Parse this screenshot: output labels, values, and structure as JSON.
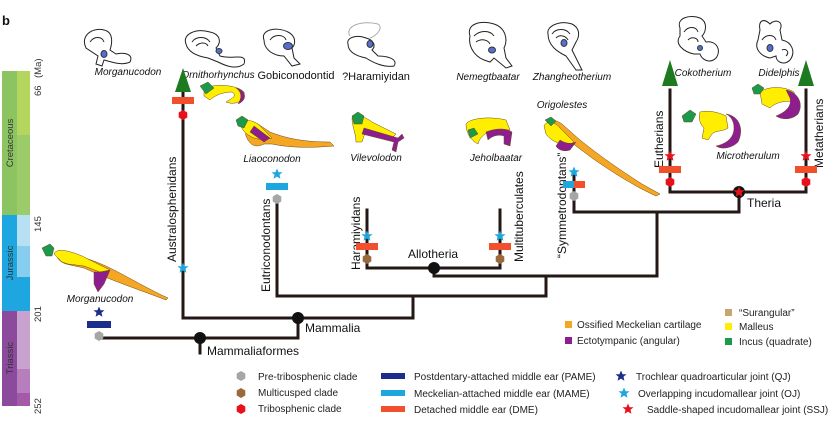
{
  "panel_label": "b",
  "timescale": {
    "unit": "(Ma)",
    "ticks": [
      "66",
      "145",
      "201",
      "252"
    ],
    "periods": [
      {
        "name": "Cretaceous",
        "color": "#8cc461",
        "sub_colors": [
          "#b5d65e",
          "#9ccc69"
        ]
      },
      {
        "name": "Jurassic",
        "color": "#1ea6e0",
        "sub_colors": [
          "#b8e0f5",
          "#86cdef",
          "#1ea6e0"
        ]
      },
      {
        "name": "Triassic",
        "color": "#8b4a9c",
        "sub_colors": [
          "#c9a3cf",
          "#b77ebd",
          "#a55aa9"
        ]
      }
    ]
  },
  "taxa_top": [
    {
      "name": "Morganucodon",
      "italic": true
    },
    {
      "name": "Ornithorhynchus",
      "italic": true
    },
    {
      "name": "Gobiconodontid",
      "italic": false
    },
    {
      "name": "?Haramiyidan",
      "italic": false
    },
    {
      "name": "Nemegtbaatar",
      "italic": true
    },
    {
      "name": "Zhangheotherium",
      "italic": true
    },
    {
      "name": "Cokotherium",
      "italic": true
    },
    {
      "name": "Didelphis",
      "italic": true
    }
  ],
  "taxa_jaw": [
    {
      "name": "Liaoconodon"
    },
    {
      "name": "Vilevolodon"
    },
    {
      "name": "Jeholbaatar"
    },
    {
      "name": "Origolestes"
    },
    {
      "name": "Microtherulum"
    },
    {
      "name": "Morganucodon"
    }
  ],
  "clades": [
    {
      "name": "Australosphenidans"
    },
    {
      "name": "Eutriconodontans"
    },
    {
      "name": "Haramiyidans"
    },
    {
      "name": "Multituberculates"
    },
    {
      "name": "“Symmetrodontans”"
    },
    {
      "name": "Eutherians"
    },
    {
      "name": "Metatherians"
    }
  ],
  "nodes": {
    "mammaliaformes": "Mammaliaformes",
    "mammalia": "Mammalia",
    "allotheria": "Allotheria",
    "theria": "Theria"
  },
  "legend_bones": [
    {
      "label": "Ossified Meckelian cartilage",
      "color": "#f5a623"
    },
    {
      "label": "Ectotympanic (angular)",
      "color": "#8e1e8e"
    },
    {
      "label": "“Surangular”",
      "color": "#c8a472"
    },
    {
      "label": "Malleus",
      "color": "#ffee00"
    },
    {
      "label": "Incus (quadrate)",
      "color": "#1a9a4a"
    }
  ],
  "legend_clades": [
    {
      "label": "Pre-tribosphenic clade",
      "color": "#a6a6a6",
      "shape": "hexagon"
    },
    {
      "label": "Multicusped clade",
      "color": "#9b6a3c",
      "shape": "hexagon"
    },
    {
      "label": "Tribosphenic clade",
      "color": "#e8101a",
      "shape": "hexagon"
    }
  ],
  "legend_ears": [
    {
      "label": "Postdentary-attached middle ear (PAME)",
      "color": "#1b2e8c"
    },
    {
      "label": "Meckelian-attached middle ear (MAME)",
      "color": "#1ea6e0"
    },
    {
      "label": "Detached middle ear (DME)",
      "color": "#f2502c"
    }
  ],
  "legend_joints": [
    {
      "label": "Trochlear quadroarticular joint (QJ)",
      "color": "#1b2e8c",
      "shape": "star"
    },
    {
      "label": "Overlapping incudomallear joint (OJ)",
      "color": "#1ea6e0",
      "shape": "star"
    },
    {
      "label": "Saddle-shaped incudomallear joint (SSJ)",
      "color": "#e8101a",
      "shape": "star"
    }
  ],
  "colors": {
    "branch": "#231815",
    "arrow": "#1e7a1e",
    "inner_ear_fill": "#5570c8"
  }
}
